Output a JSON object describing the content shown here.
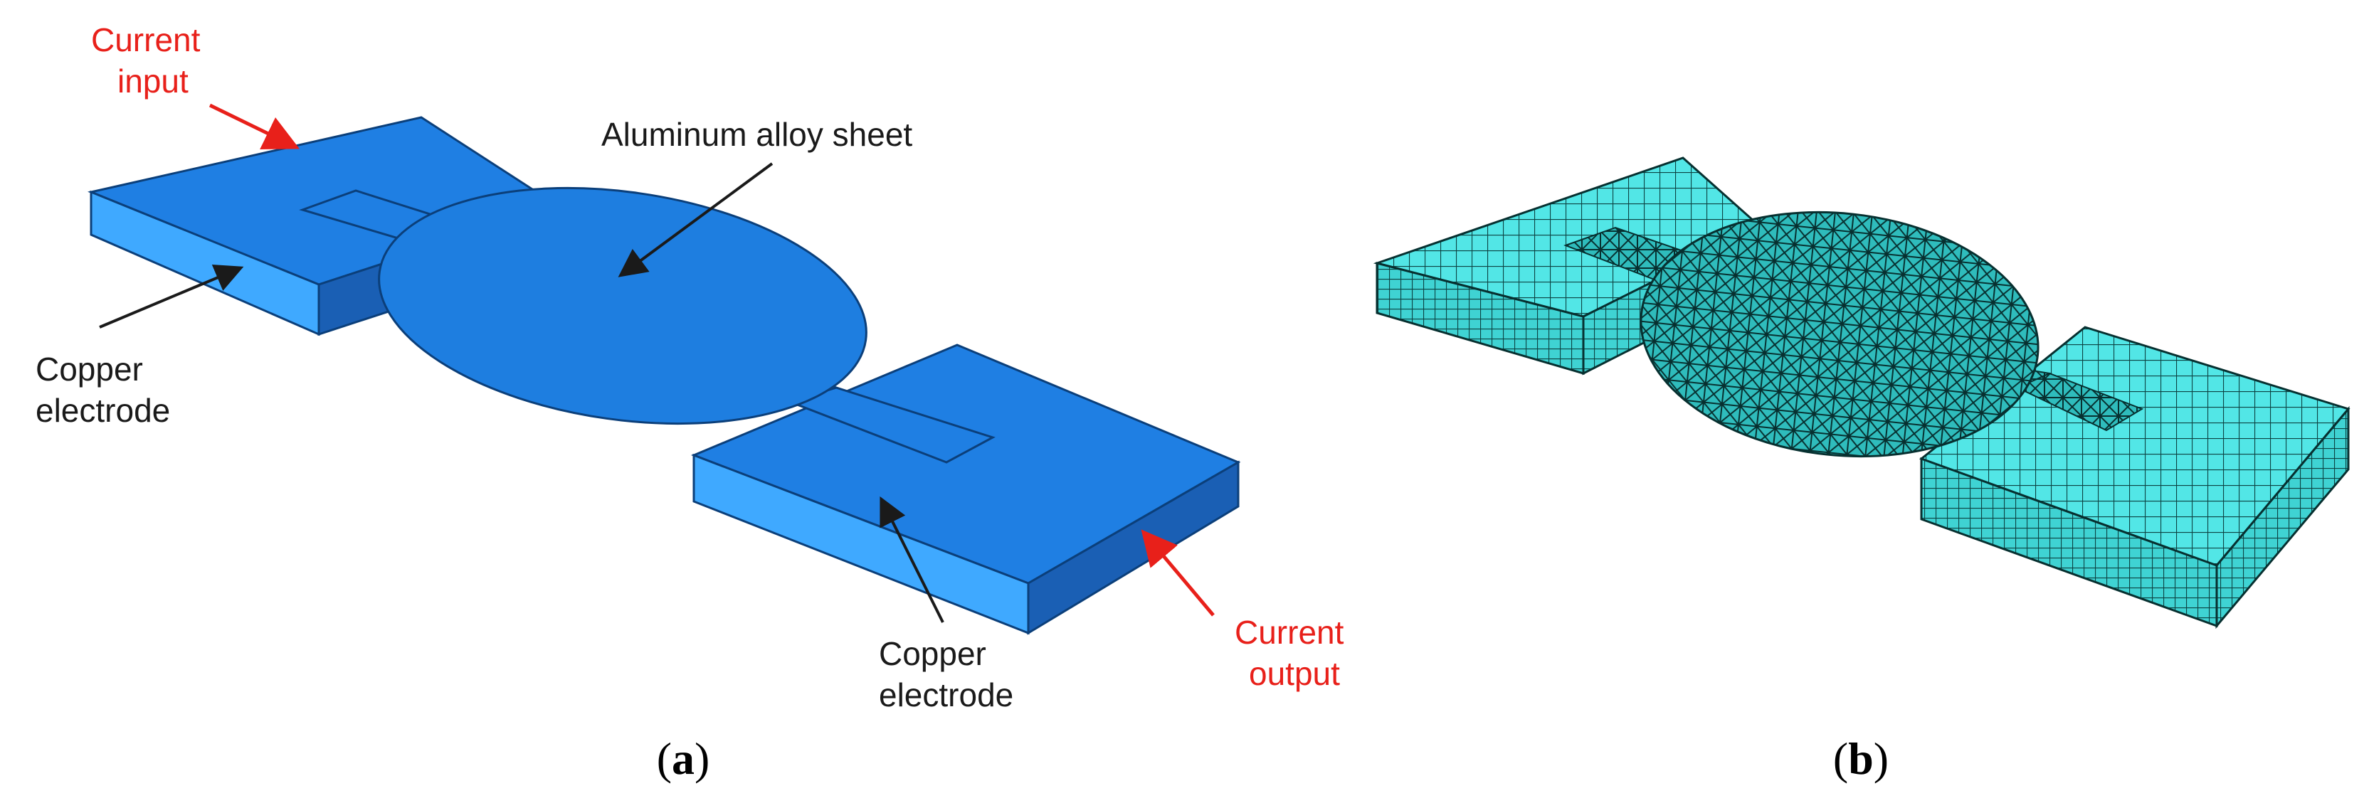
{
  "panel_a": {
    "labels": {
      "current_input_line1": "Current",
      "current_input_line2": "input",
      "aluminum_sheet": "Aluminum alloy sheet",
      "copper_left_line1": "Copper",
      "copper_left_line2": "electrode",
      "copper_right_line1": "Copper",
      "copper_right_line2": "electrode",
      "current_output_line1": "Current",
      "current_output_line2": "output"
    },
    "caption": {
      "open": "(",
      "letter": "a",
      "close": ")"
    }
  },
  "panel_b": {
    "caption": {
      "open": "(",
      "letter": "b",
      "close": ")"
    }
  },
  "colors": {
    "electrode_top": "#1f7fe3",
    "electrode_front": "#3fa9ff",
    "electrode_side": "#1a5fb4",
    "sheet": "#1e7ee0",
    "mesh_fill": "#4fe3e3",
    "mesh_line": "#0a3a3a",
    "annotation_red": "#e8201a",
    "annotation_black": "#1a1a1a"
  }
}
